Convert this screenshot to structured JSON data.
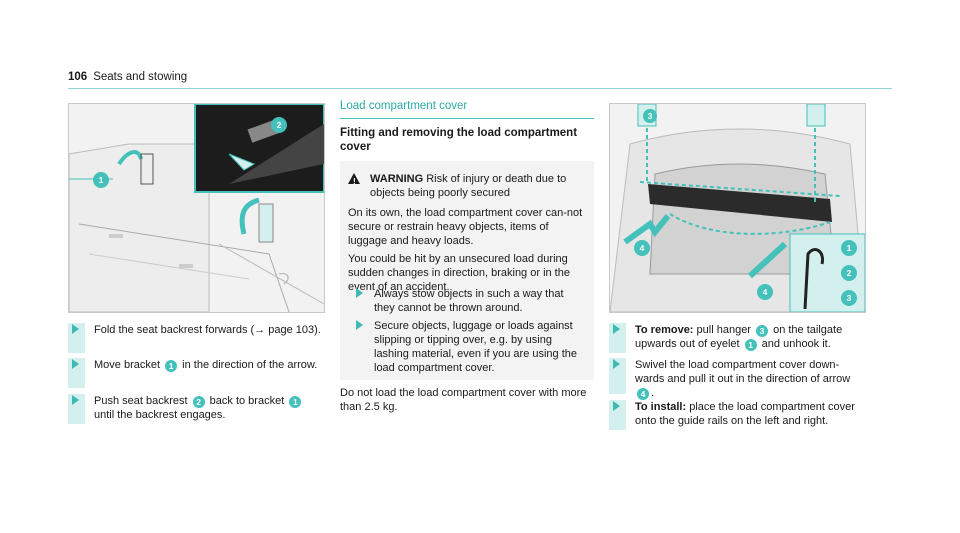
{
  "header": {
    "page_number": "106",
    "section": "Seats and stowing"
  },
  "colors": {
    "accent": "#43c1ba",
    "accent_light": "#d4f0ee",
    "title": "#2aa9a2"
  },
  "left": {
    "figure_callouts": [
      "1",
      "2"
    ],
    "steps": [
      {
        "text": "Fold the seat backrest forwards (→ page 103)."
      },
      {
        "pre": "Move bracket ",
        "num": "1",
        "post": " in the direction of the arrow."
      },
      {
        "pre": "Push seat backrest ",
        "num": "2",
        "mid": " back to bracket ",
        "num2": "1",
        "post": " until the backrest engages."
      }
    ]
  },
  "middle": {
    "section_title": "Load compartment cover",
    "subsection_title": "Fitting and removing the load compartment cover",
    "warning": {
      "icon": "warning-triangle-icon",
      "label": "WARNING",
      "head1": "Risk of injury or death due to",
      "head2": "objects being poorly secured",
      "body1": "On its own, the load compartment cover can-not secure or restrain heavy objects, items of luggage and heavy loads.",
      "body2": "You could be hit by an unsecured load during sudden changes in direction, braking or in the event of an accident.",
      "steps": [
        "Always stow objects in such a way that they cannot be thrown around.",
        "Secure objects, luggage or loads against slipping or tipping over, e.g. by using lashing material, even if you are using the load compartment cover."
      ]
    },
    "note": "Do not load the load compartment cover with more than 2.5 kg."
  },
  "right": {
    "figure_callouts": [
      "3",
      "4",
      "4",
      "1",
      "2",
      "3"
    ],
    "steps": [
      {
        "lead": "To remove:",
        "pre": " pull hanger ",
        "num": "3",
        "mid": " on the tailgate upwards out of eyelet ",
        "num2": "1",
        "post": " and unhook it."
      },
      {
        "pre": "Swivel the load compartment cover down-wards and pull it out in the direction of arrow ",
        "num": "4",
        "post": "."
      },
      {
        "lead": "To install:",
        "post": " place the load compartment cover onto the guide rails on the left and right."
      }
    ]
  }
}
